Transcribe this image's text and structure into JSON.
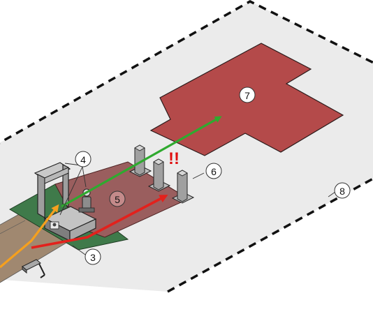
{
  "diagram": {
    "callouts": [
      "3",
      "4",
      "5",
      "6",
      "7",
      "8"
    ],
    "alert_mark": "!!",
    "colors": {
      "outer_zone_fill": "#ebebeb",
      "outer_zone_border": "#111111",
      "restricted_zone_fill": "#b44a4a",
      "screening_pad_fill": "#3f7a4a",
      "screening_zone_fill": "#9a5e5e",
      "walkway_fill": "#a08870",
      "path_allowed": "#2faa2f",
      "path_entry": "#f5a01e",
      "path_breach": "#e3211c",
      "alert": "#e01010"
    },
    "icons": [
      "walkthrough-metal-detector-icon",
      "xray-scanner-icon",
      "security-officer-icon",
      "bollard-icon",
      "cctv-camera-icon"
    ]
  }
}
